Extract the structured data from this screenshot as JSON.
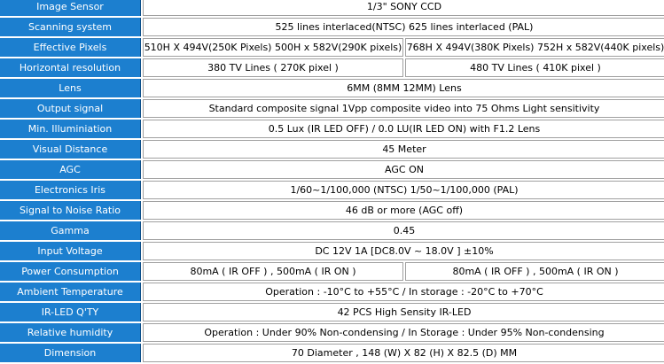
{
  "rows": [
    {
      "label": "Image Sensor",
      "values": [
        "1/3\" SONY CCD"
      ]
    },
    {
      "label": "Scanning system",
      "values": [
        "525 lines interlaced(NTSC)   625 lines interlaced (PAL)"
      ]
    },
    {
      "label": "Effective Pixels",
      "values": [
        "510H X 494V(250K Pixels) 500H x 582V(290K pixels)",
        "768H X 494V(380K Pixels) 752H x 582V(440K pixels)"
      ]
    },
    {
      "label": "Horizontal resolution",
      "values": [
        "380 TV Lines ( 270K pixel )",
        "480 TV Lines ( 410K pixel )"
      ]
    },
    {
      "label": "Lens",
      "values": [
        "6MM (8MM 12MM) Lens"
      ]
    },
    {
      "label": "Output signal",
      "values": [
        "Standard composite signal 1Vpp composite video into 75 Ohms Light sensitivity"
      ]
    },
    {
      "label": "Min. Illuminiation",
      "values": [
        "0.5 Lux (IR LED OFF) / 0.0 LU(IR LED ON) with F1.2 Lens"
      ]
    },
    {
      "label": "Visual Distance",
      "values": [
        "45 Meter"
      ]
    },
    {
      "label": "AGC",
      "values": [
        "AGC ON"
      ]
    },
    {
      "label": "Electronics Iris",
      "values": [
        "1/60~1/100,000 (NTSC) 1/50~1/100,000 (PAL)"
      ]
    },
    {
      "label": "Signal to Noise Ratio",
      "values": [
        "46 dB or more (AGC off)"
      ]
    },
    {
      "label": "Gamma",
      "values": [
        "0.45"
      ]
    },
    {
      "label": "Input Voltage",
      "values": [
        "DC 12V 1A [DC8.0V ~ 18.0V ] ±10%"
      ]
    },
    {
      "label": "Power Consumption",
      "values": [
        "80mA ( IR OFF ) , 500mA ( IR ON )",
        "80mA ( IR OFF ) , 500mA ( IR ON )"
      ]
    },
    {
      "label": "Ambient Temperature",
      "values": [
        "Operation : -10°C to +55°C / In storage : -20°C to +70°C"
      ]
    },
    {
      "label": "IR-LED Q'TY",
      "values": [
        "42 PCS High Sensity IR-LED"
      ]
    },
    {
      "label": "Relative humidity",
      "values": [
        "Operation : Under 90% Non-condensing / In Storage : Under 95% Non-condensing"
      ]
    },
    {
      "label": "Dimension",
      "values": [
        "70 Diameter , 148 (W) X 82 (H) X 82.5 (D) MM"
      ]
    }
  ],
  "colors": {
    "label_bg": "#1c7fcf",
    "label_text": "#ffffff",
    "value_bg": "#ffffff"
  }
}
